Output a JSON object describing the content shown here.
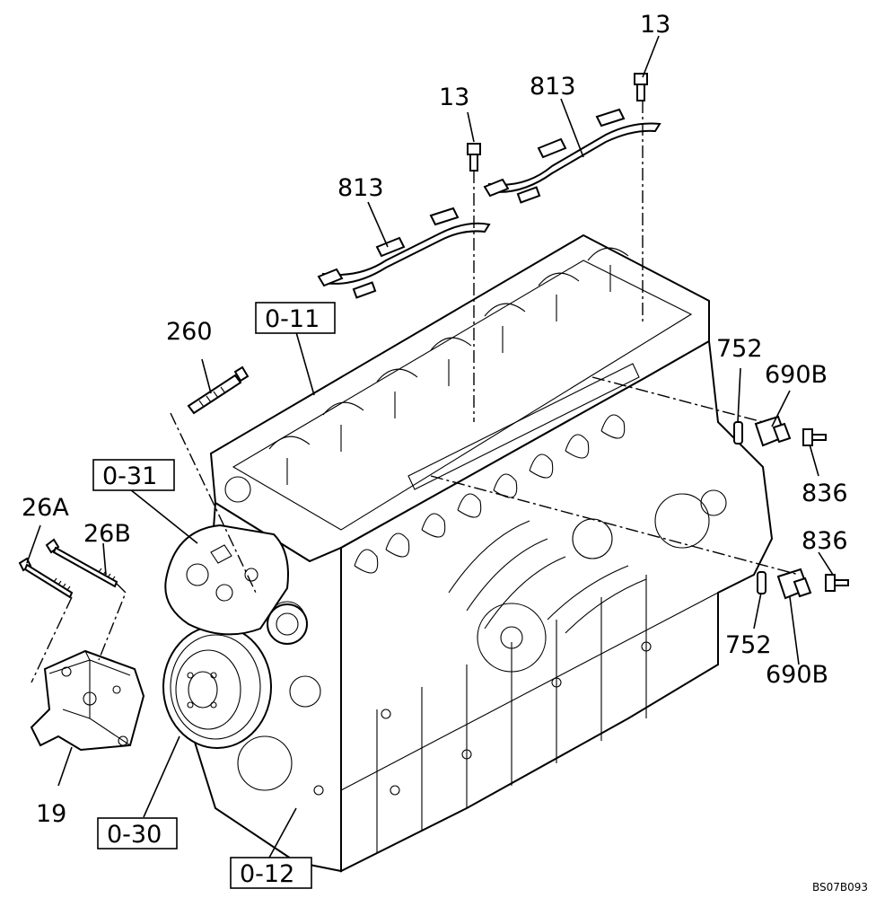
{
  "callouts": {
    "bolt_13_right": "13",
    "harness_813_right": "813",
    "bolt_13_center": "13",
    "harness_813_left": "813",
    "glow_260": "260",
    "sensor_752_upper": "752",
    "sensor_690B_upper": "690B",
    "bolt_836_upper": "836",
    "bolt_836_lower": "836",
    "sensor_752_lower": "752",
    "sensor_690B_lower": "690B",
    "bolt_26A": "26A",
    "bolt_26B": "26B",
    "bracket_19": "19"
  },
  "references": {
    "ref_0_11": "0-11",
    "ref_0_31": "0-31",
    "ref_0_30": "0-30",
    "ref_0_12": "0-12"
  },
  "drawing_code": "BS07B093"
}
